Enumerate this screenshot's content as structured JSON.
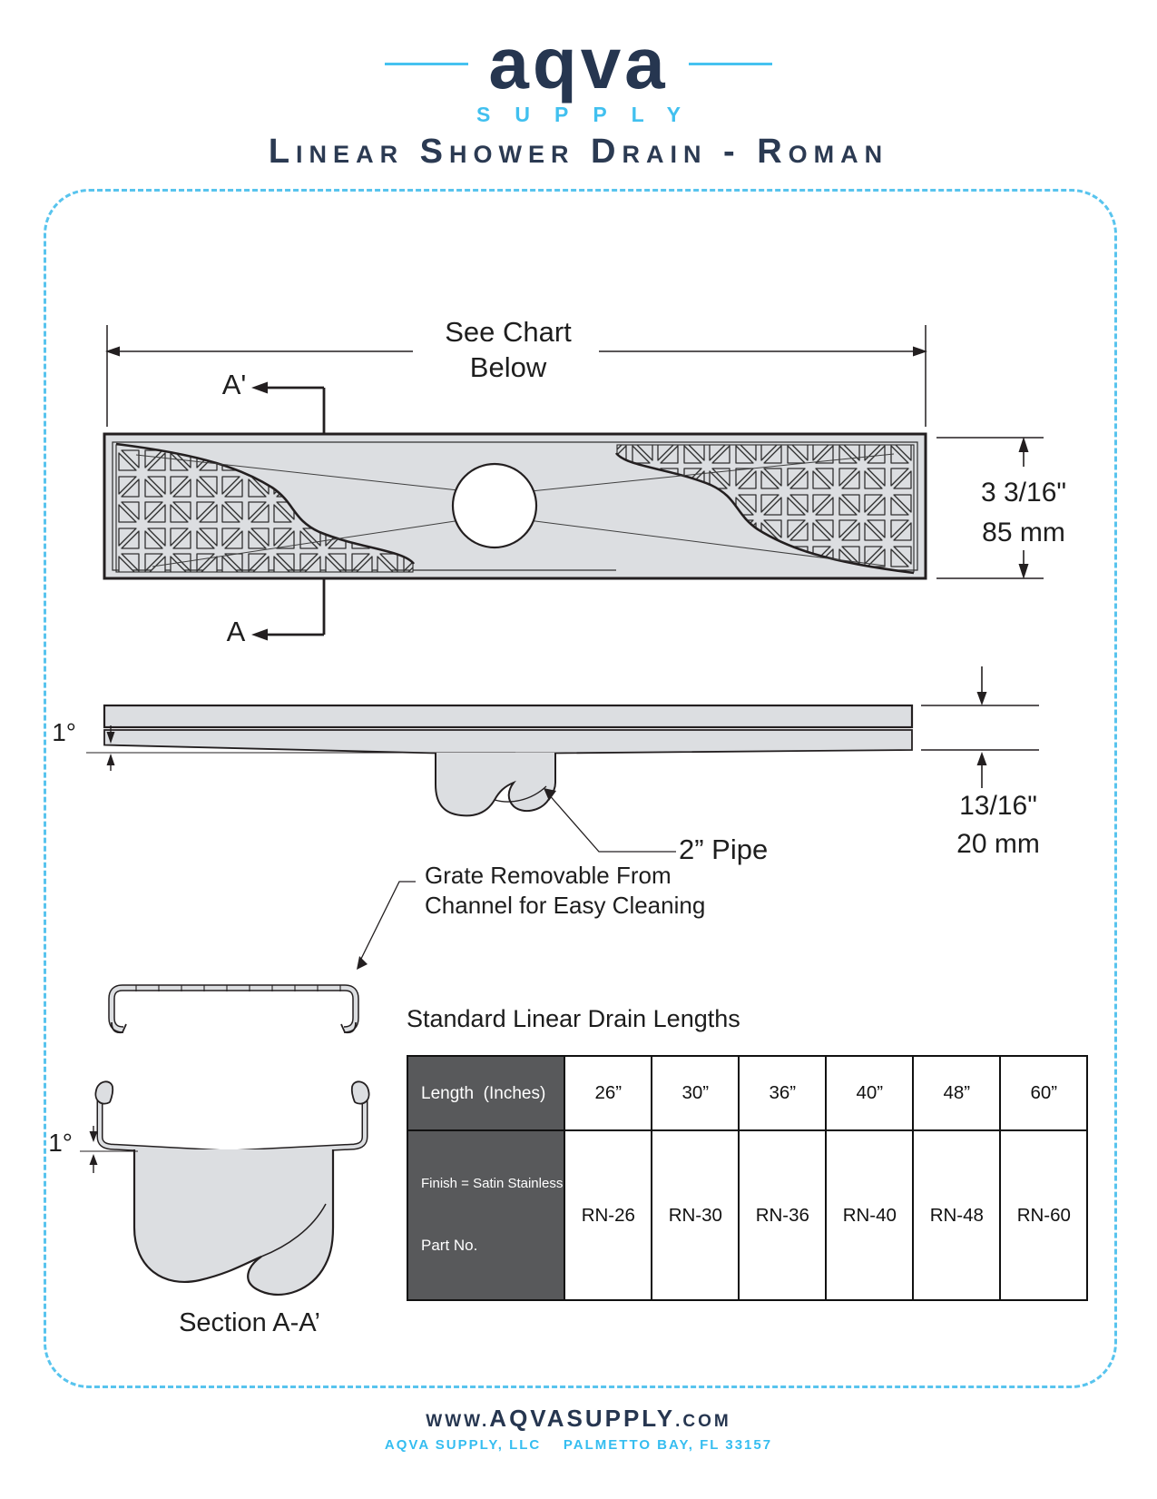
{
  "page": {
    "title": "Linear Shower Drain - Roman"
  },
  "brand": {
    "wordmark": "aqva",
    "tagline": "SUPPLY"
  },
  "top_view": {
    "length_dim_line1": "See Chart",
    "length_dim_line2": "Below",
    "section_marker_end": "A'",
    "section_marker_start": "A",
    "width_dim_in": "3 3/16\"",
    "width_dim_mm": "85 mm"
  },
  "side_view": {
    "slope": "1°",
    "pipe_label": "2” Pipe",
    "depth_dim_in": "13/16\"",
    "depth_dim_mm": "20 mm"
  },
  "grate_note": {
    "line1": "Grate Removable From",
    "line2": "Channel for Easy Cleaning"
  },
  "section_view": {
    "slope": "1°",
    "caption": "Section A-A’"
  },
  "table": {
    "heading": "Standard Linear Drain Lengths",
    "length_row_header": "Length  (Inches)",
    "lengths": [
      "26”",
      "30”",
      "36”",
      "40”",
      "48”",
      "60”"
    ],
    "part_row_header_line1": "Finish = Satin Stainless",
    "part_row_header_line2": "Part No.",
    "part_numbers": [
      "RN-26",
      "RN-30",
      "RN-36",
      "RN-40",
      "RN-48",
      "RN-60"
    ]
  },
  "footer": {
    "website_prefix": "WWW.",
    "website_name": "AQVASUPPLY",
    "website_suffix": ".COM",
    "company": "AQVA SUPPLY, LLC    PALMETTO BAY, FL 33157"
  },
  "colors": {
    "navy": "#2b3a52",
    "light_blue": "#45c2f0",
    "drawing_fill": "#dcdee1",
    "line_dark": "#231f20",
    "table_header_bg": "#58595b"
  }
}
